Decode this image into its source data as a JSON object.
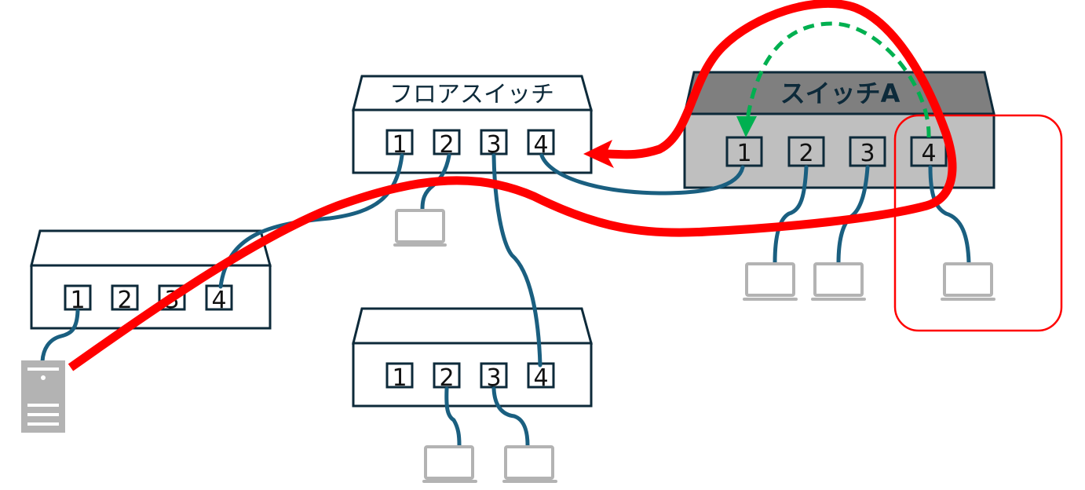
{
  "diagram": {
    "title": "Switch loop / network diagram",
    "colors": {
      "outline": "#0d2a3a",
      "cable": "#1a5f80",
      "device": "#b3b3b3",
      "switch_a_body": "#bfbfbf",
      "switch_a_top": "#7f7f7f",
      "loop_path": "#ff0000",
      "flood_arrow": "#00b050",
      "highlight_box": "#ff0000"
    },
    "switches": {
      "floor": {
        "label": "フロアスイッチ",
        "ports": [
          "1",
          "2",
          "3",
          "4"
        ]
      },
      "switch_a": {
        "label": "スイッチA",
        "ports": [
          "1",
          "2",
          "3",
          "4"
        ]
      },
      "left": {
        "label": "",
        "ports": [
          "1",
          "2",
          "3",
          "4"
        ]
      },
      "bottom": {
        "label": "",
        "ports": [
          "1",
          "2",
          "3",
          "4"
        ]
      }
    },
    "devices": {
      "server": {
        "type": "server-icon"
      },
      "laptops": [
        "floor-port2",
        "bottom-port2",
        "bottom-port3",
        "switch-a-port2",
        "switch-a-port3",
        "switch-a-port4"
      ]
    }
  }
}
